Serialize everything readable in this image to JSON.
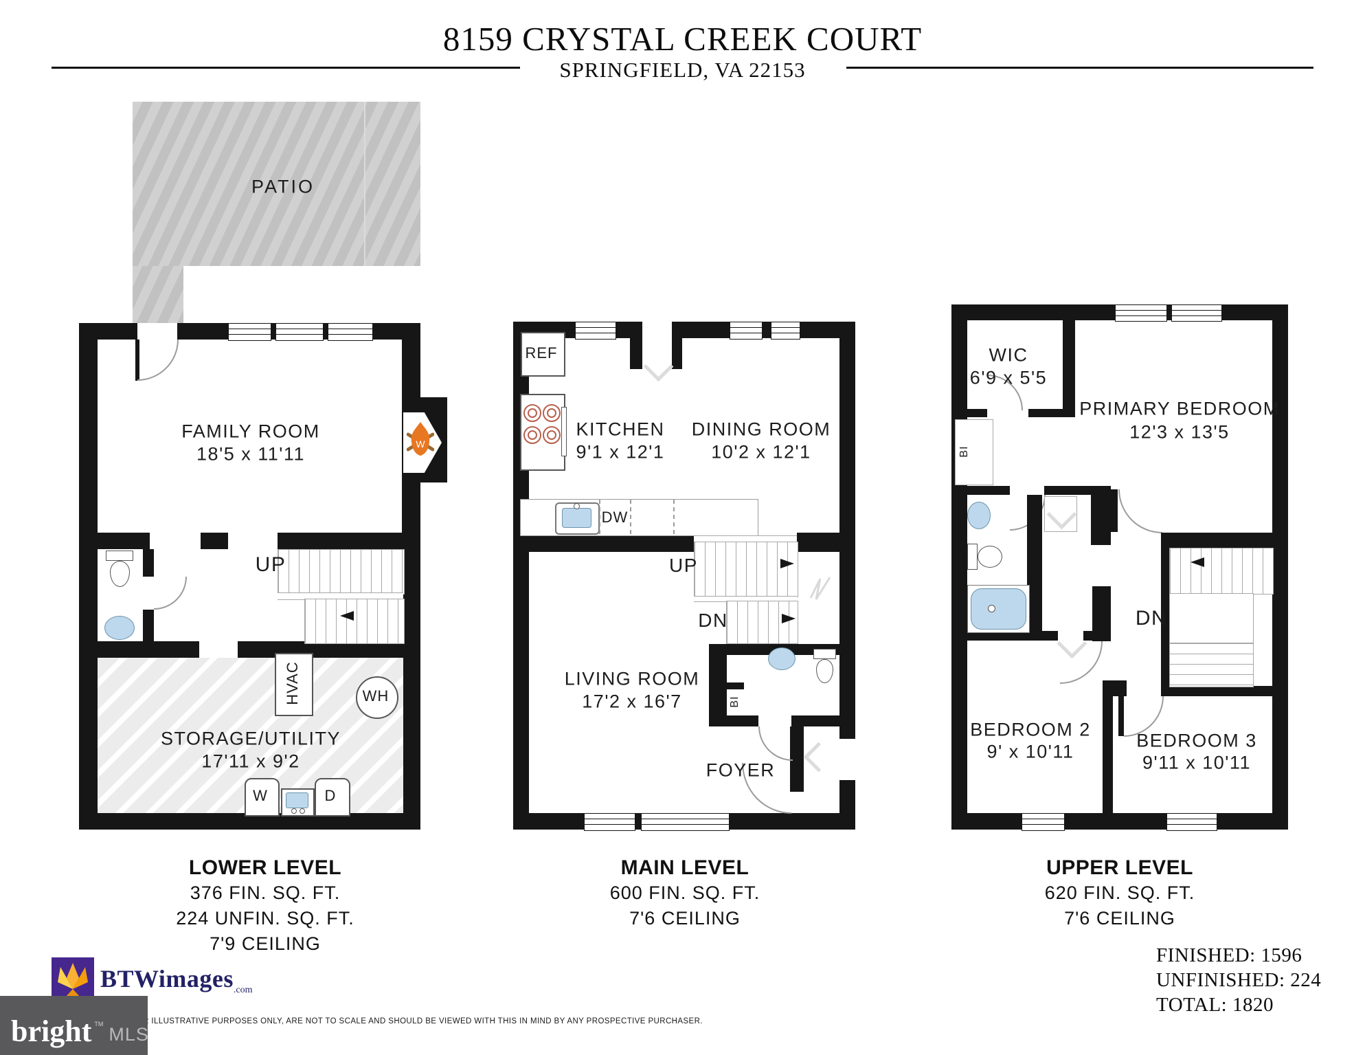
{
  "header": {
    "title": "8159 CRYSTAL CREEK COURT",
    "subtitle": "SPRINGFIELD, VA 22153"
  },
  "lower": {
    "patio": "PATIO",
    "family_room": {
      "name": "FAMILY ROOM",
      "dims": "18'5 x 11'11"
    },
    "storage": {
      "name": "STORAGE/UTILITY",
      "dims": "17'11 x 9'2"
    },
    "up": "UP",
    "hvac": "HVAC",
    "water_heater": "WH",
    "washer": "W",
    "dryer": "D",
    "fireplace_w": "W",
    "caption": {
      "name": "LOWER LEVEL",
      "stats": [
        "376 FIN. SQ. FT.",
        "224 UNFIN. SQ. FT.",
        "7'9 CEILING"
      ]
    }
  },
  "main": {
    "kitchen": {
      "name": "KITCHEN",
      "dims": "9'1 x 12'1"
    },
    "dining": {
      "name": "DINING ROOM",
      "dims": "10'2 x 12'1"
    },
    "living": {
      "name": "LIVING ROOM",
      "dims": "17'2 x 16'7"
    },
    "foyer": "FOYER",
    "ref": "REF",
    "dw": "DW",
    "up": "UP",
    "dn": "DN",
    "bi": "BI",
    "caption": {
      "name": "MAIN LEVEL",
      "stats": [
        "600 FIN. SQ. FT.",
        "7'6 CEILING"
      ]
    }
  },
  "upper": {
    "wic": {
      "name": "WIC",
      "dims": "6'9 x 5'5"
    },
    "primary": {
      "name": "PRIMARY BEDROOM",
      "dims": "12'3 x 13'5"
    },
    "bedroom2": {
      "name": "BEDROOM 2",
      "dims": "9' x 10'11"
    },
    "bedroom3": {
      "name": "BEDROOM 3",
      "dims": "9'11 x 10'11"
    },
    "dn": "DN",
    "bi": "BI",
    "caption": {
      "name": "UPPER LEVEL",
      "stats": [
        "620 FIN. SQ. FT.",
        "7'6 CEILING"
      ]
    }
  },
  "summary": {
    "lines": [
      "FINISHED: 1596",
      "UNFINISHED: 224",
      "TOTAL: 1820"
    ]
  },
  "footer": {
    "brand": "BTWimages",
    "brand_suffix": ".com",
    "disclaimer": "FLOOR PLANS ARE FOR ILLUSTRATIVE PURPOSES ONLY, ARE NOT TO SCALE AND SHOULD BE VIEWED WITH THIS IN MIND BY ANY PROSPECTIVE PURCHASER.",
    "mls": {
      "brand": "bright",
      "tm": "TM",
      "label": "MLS"
    }
  },
  "colors": {
    "wall": "#161616",
    "flame_orange": "#e87722",
    "fixture_blue": "#bdd8ec",
    "patio_gray": "#c9c9c9",
    "brand_purple": "#46278e",
    "mls_gray": "#59595b"
  }
}
